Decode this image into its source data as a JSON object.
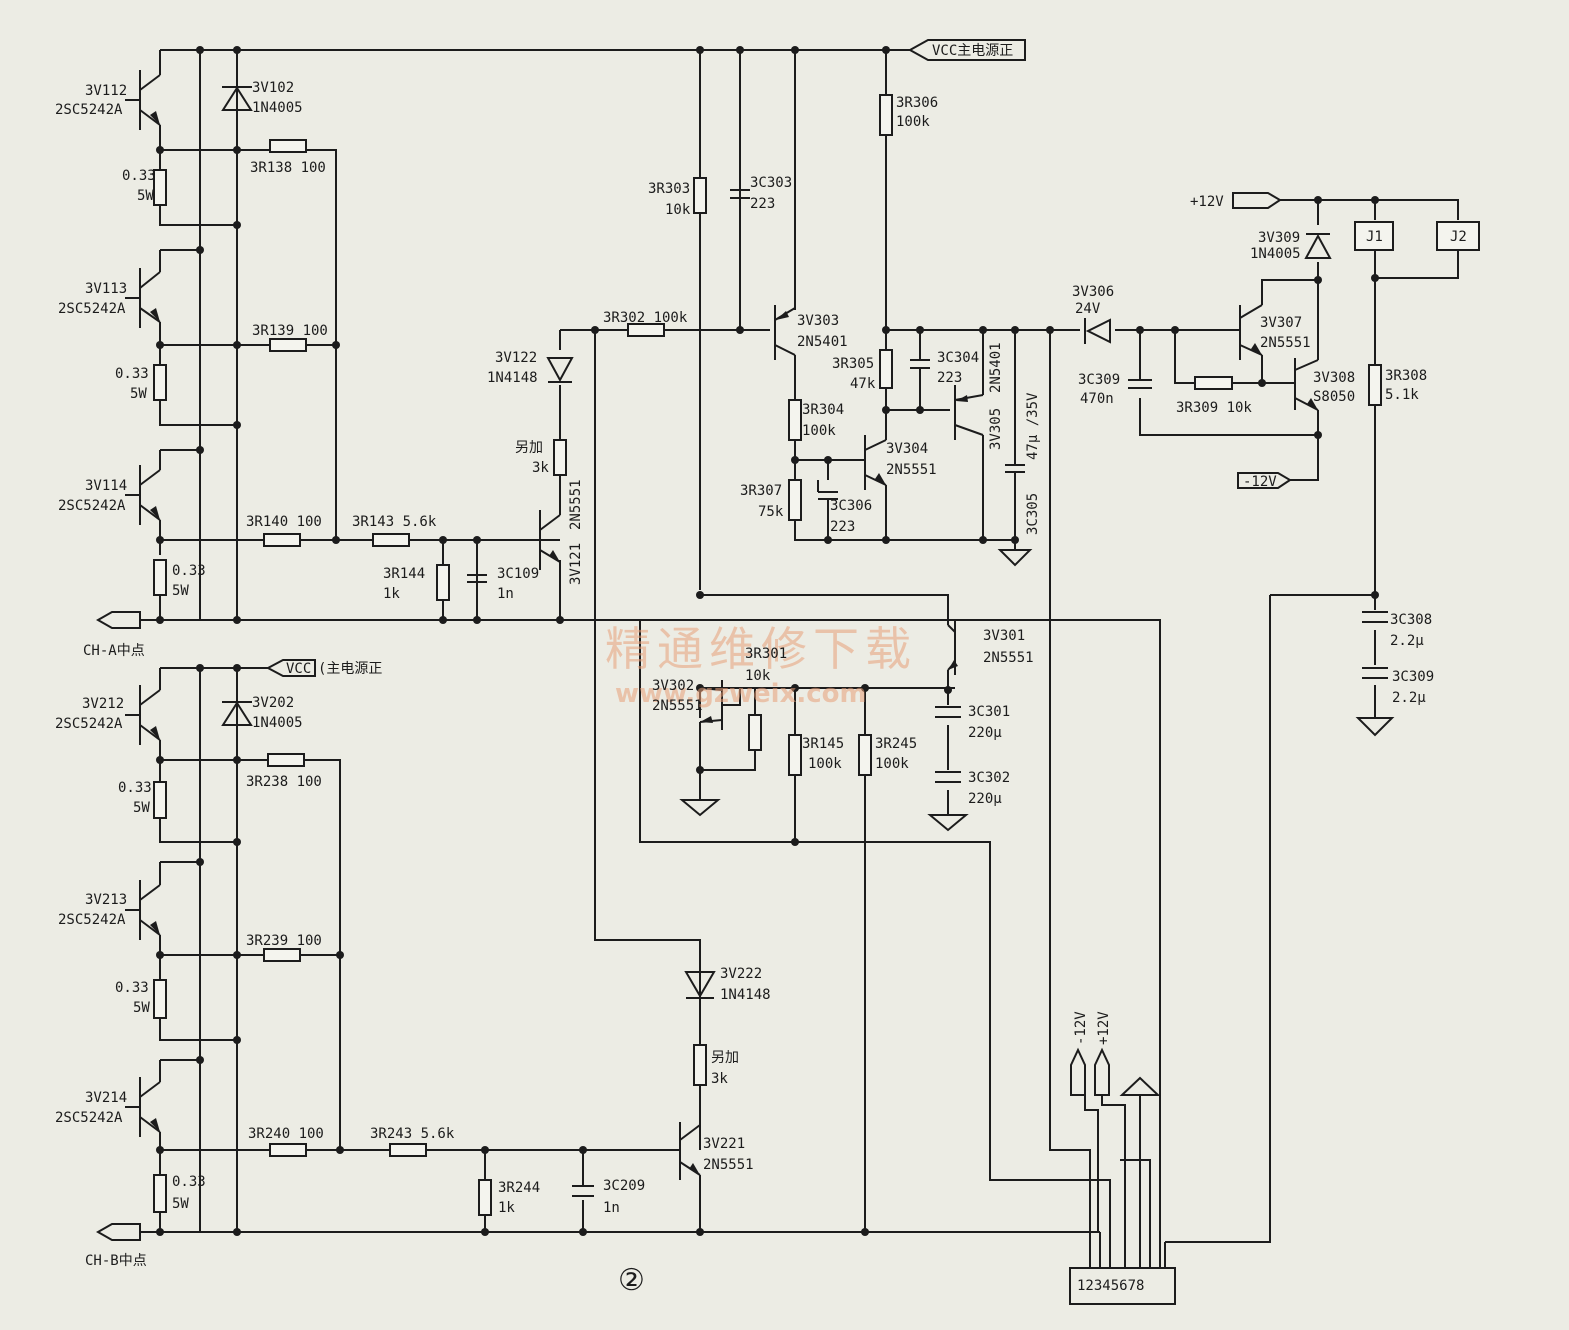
{
  "labels": {
    "v112": "3V112",
    "v112t": "2SC5242A",
    "v102": "3V102",
    "v102t": "1N4005",
    "r138": "3R138  100",
    "r033a": "0.33",
    "r5wa": "5W",
    "v113": "3V113",
    "v113t": "2SC5242A",
    "r139": "3R139  100",
    "r033b": "0.33",
    "r5wb": "5W",
    "v114": "3V114",
    "v114t": "2SC5242A",
    "r140": "3R140  100",
    "r143": "3R143  5.6k",
    "r033c": "0.33",
    "r5wc": "5W",
    "r144": "3R144",
    "r144v": "1k",
    "c109": "3C109",
    "c109v": "1n",
    "cha": "CH-A中点",
    "v122": "3V122",
    "v122t": "1N4148",
    "lj1": "另加",
    "lj1v": "3k",
    "v121": "3V121",
    "v121t": "2N5551",
    "r302": "3R302  100k",
    "r303": "3R303",
    "r303v": "10k",
    "c303": "3C303",
    "c303v": "223",
    "v303": "3V303",
    "v303t": "2N5401",
    "vcc1": "VCC主电源正",
    "r306": "3R306",
    "r306v": "100k",
    "r305": "3R305",
    "r305v": "47k",
    "c304": "3C304",
    "c304v": "223",
    "v305": "3V305",
    "v305t": "2N5401",
    "r304": "3R304",
    "r304v": "100k",
    "v304": "3V304",
    "v304t": "2N5551",
    "r307": "3R307",
    "r307v": "75k",
    "c306": "3C306",
    "c306v": "223",
    "c305v": "47μ /35V",
    "c305": "3C305",
    "v306": "3V306",
    "v306v": "24V",
    "c309a": "3C309",
    "c309av": "470n",
    "r309": "3R309  10k",
    "v307": "3V307",
    "v307t": "2N5551",
    "v308": "3V308",
    "v308t": "S8050",
    "r308": "3R308",
    "r308v": "5.1k",
    "p12": "+12V",
    "m12": "-12V",
    "v309": "3V309",
    "v309t": "1N4005",
    "j1": "J1",
    "j2": "J2",
    "c308": "3C308",
    "c308v": "2.2μ",
    "c309b": "3C309",
    "c309bv": "2.2μ",
    "v301": "3V301",
    "v301t": "2N5551",
    "r301": "3R301",
    "r301v": "10k",
    "v302": "3V302",
    "v302t": "2N5551",
    "r145": "3R145",
    "r145v": "100k",
    "r245": "3R245",
    "r245v": "100k",
    "c301": "3C301",
    "c301v": "220μ",
    "c302": "3C302",
    "c302v": "220μ",
    "vcc2": "VCC",
    "vcc2t": "(主电源正",
    "v212": "3V212",
    "v212t": "2SC5242A",
    "v202": "3V202",
    "v202t": "1N4005",
    "r238": "3R238  100",
    "r033d": "0.33",
    "r5wd": "5W",
    "v213": "3V213",
    "v213t": "2SC5242A",
    "r239": "3R239  100",
    "r033e": "0.33",
    "r5we": "5W",
    "v214": "3V214",
    "v214t": "2SC5242A",
    "r240": "3R240  100",
    "r243": "3R243  5.6k",
    "r033f": "0.33",
    "r5wf": "5W",
    "r244": "3R244",
    "r244v": "1k",
    "c209": "3C209",
    "c209v": "1n",
    "chb": "CH-B中点",
    "v222": "3V222",
    "v222t": "1N4148",
    "lj2": "另加",
    "lj2v": "3k",
    "v221": "3V221",
    "v221t": "2N5551",
    "conn_m12": "-12V",
    "conn_p12": "+12V",
    "pins": "12345678",
    "fig": "②",
    "wm_cn": "精通维修下载",
    "wm_url": "www.gzweix.com"
  }
}
